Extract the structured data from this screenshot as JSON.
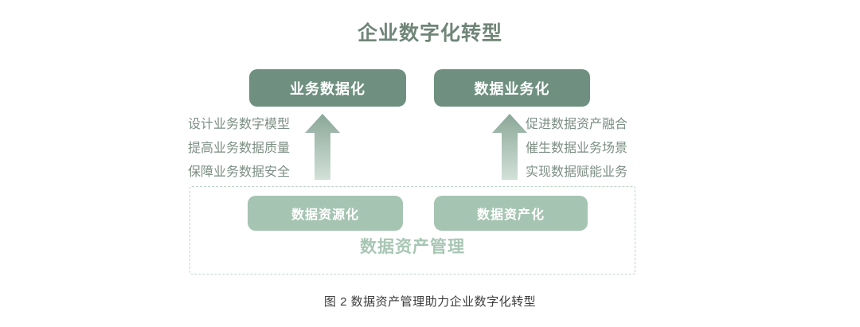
{
  "figure": {
    "title": "企业数字化转型",
    "caption": "图 2 数据资产管理助力企业数字化转型",
    "colors": {
      "title": "#6f8578",
      "top_box_fill": "#6f9080",
      "bottom_box_fill": "#a6c4b2",
      "box_text": "#ffffff",
      "list_text": "#7d8f84",
      "dashed_border": "#bcd4c4",
      "dashed_label": "#a8c6b4",
      "arrow_top": "#8aa798",
      "arrow_bottom": "#cfdfd5",
      "caption": "#3c3c3c",
      "background": "#ffffff"
    }
  },
  "top_boxes": [
    {
      "label": "业务数据化"
    },
    {
      "label": "数据业务化"
    }
  ],
  "bottom_boxes": [
    {
      "label": "数据资源化"
    },
    {
      "label": "数据资产化"
    }
  ],
  "arrows": [
    {
      "name": "arrow-up-left",
      "direction": "up"
    },
    {
      "name": "arrow-up-right",
      "direction": "up"
    }
  ],
  "left_list": {
    "lines": [
      "设计业务数字模型",
      "提高业务数据质量",
      "保障业务数据安全"
    ]
  },
  "right_list": {
    "lines": [
      "促进数据资产融合",
      "催生数据业务场景",
      "实现数据赋能业务"
    ]
  },
  "dashed_group": {
    "label": "数据资产管理"
  }
}
